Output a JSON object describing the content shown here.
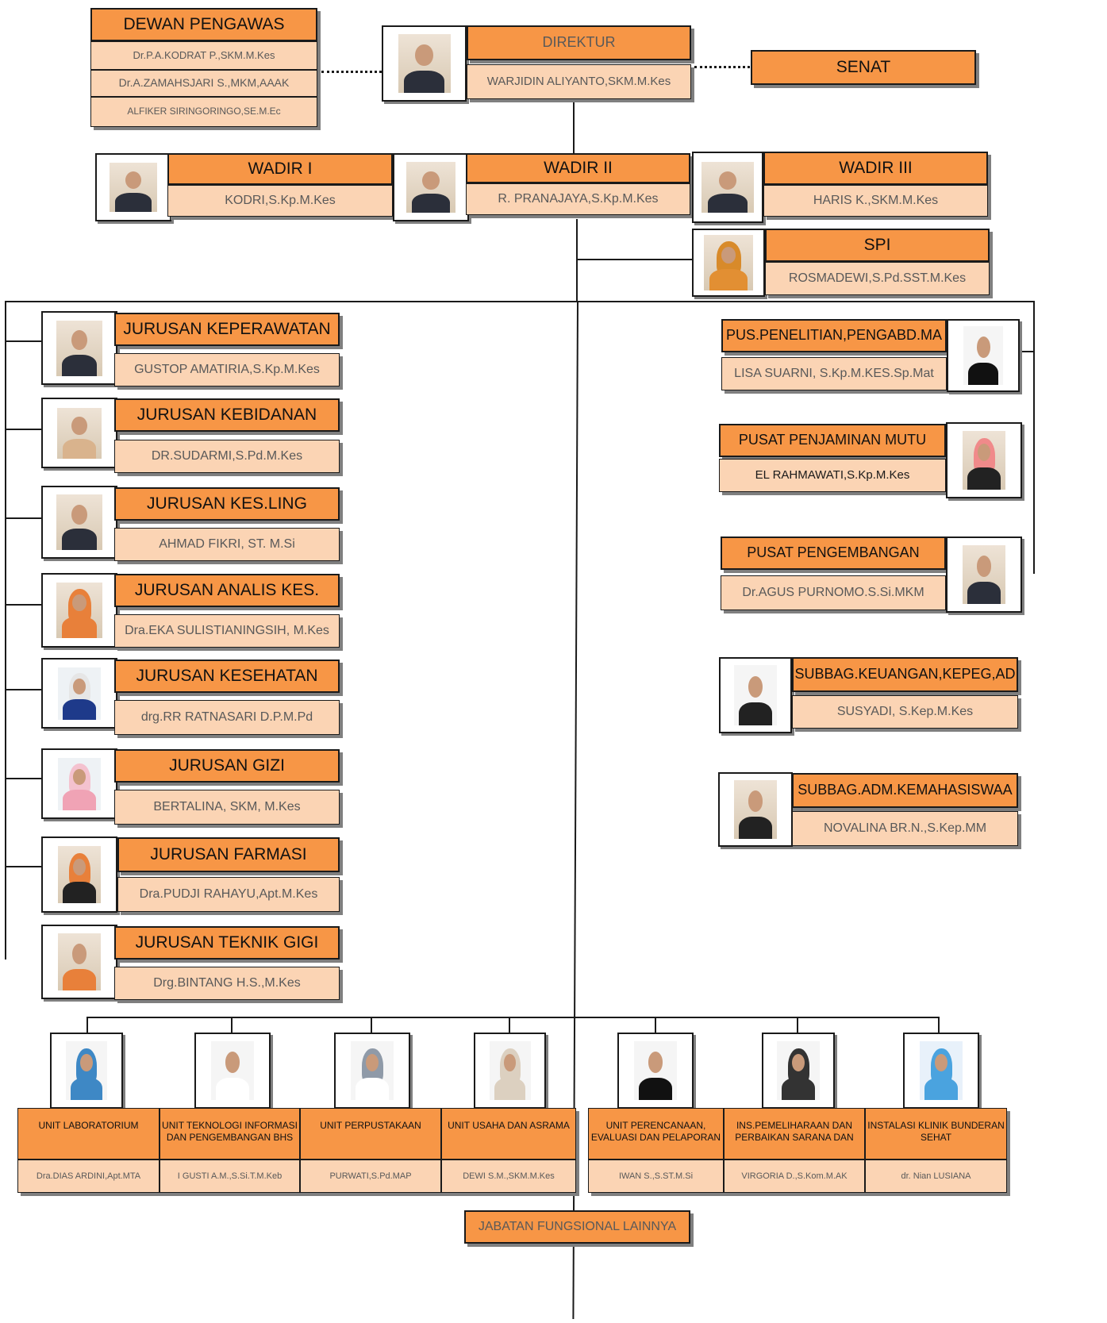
{
  "dewan": {
    "title": "DEWAN PENGAWAS",
    "members": [
      "Dr.P.A.KODRAT P.,SKM.M.Kes",
      "Dr.A.ZAMAHSJARI S.,MKM,AAAK",
      "ALFIKER SIRINGORINGO,SE.M.Ec"
    ]
  },
  "direktur": {
    "title": "DIREKTUR",
    "name": "WARJIDIN ALIYANTO,SKM.M.Kes"
  },
  "senat": {
    "title": "SENAT"
  },
  "wadir": [
    {
      "title": "WADIR I",
      "name": "KODRI,S.Kp.M.Kes"
    },
    {
      "title": "WADIR II",
      "name": "R. PRANAJAYA,S.Kp.M.Kes"
    },
    {
      "title": "WADIR III",
      "name": "HARIS K.,SKM.M.Kes"
    }
  ],
  "spi": {
    "title": "SPI",
    "name": "ROSMADEWI,S.Pd.SST.M.Kes"
  },
  "jurusan": [
    {
      "title": "JURUSAN KEPERAWATAN",
      "name": "GUSTOP AMATIRIA,S.Kp.M.Kes"
    },
    {
      "title": "JURUSAN KEBIDANAN",
      "name": "DR.SUDARMI,S.Pd.M.Kes"
    },
    {
      "title": "JURUSAN KES.LING",
      "name": "AHMAD FIKRI, ST. M.Si"
    },
    {
      "title": "JURUSAN ANALIS KES.",
      "name": "Dra.EKA SULISTIANINGSIH, M.Kes"
    },
    {
      "title": "JURUSAN KESEHATAN",
      "name": "drg.RR RATNASARI D.P.M.Pd"
    },
    {
      "title": "JURUSAN GIZI",
      "name": "BERTALINA, SKM, M.Kes"
    },
    {
      "title": "JURUSAN FARMASI",
      "name": "Dra.PUDJI RAHAYU,Apt.M.Kes"
    },
    {
      "title": "JURUSAN TEKNIK GIGI",
      "name": "Drg.BINTANG H.S.,M.Kes"
    }
  ],
  "pusat": [
    {
      "title": "PUS.PENELITIAN,PENGABD.MA",
      "name": "LISA SUARNI, S.Kp.M.KES.Sp.Mat"
    },
    {
      "title": "PUSAT PENJAMINAN MUTU",
      "name": "EL RAHMAWATI,S.Kp.M.Kes"
    },
    {
      "title": "PUSAT PENGEMBANGAN",
      "name": "Dr.AGUS PURNOMO.S.Si.MKM"
    }
  ],
  "subbag": [
    {
      "title": "SUBBAG.KEUANGAN,KEPEG,AD",
      "name": "SUSYADI, S.Kep.M.Kes"
    },
    {
      "title": "SUBBAG.ADM.KEMAHASISWAA",
      "name": "NOVALINA BR.N.,S.Kep.MM"
    }
  ],
  "units": [
    {
      "title": "UNIT LABORATORIUM",
      "name": "Dra.DIAS ARDINI,Apt.MTA"
    },
    {
      "title": "UNIT TEKNOLOGI INFORMASI DAN PENGEMBANGAN BHS",
      "name": "I GUSTI A.M.,S.Si.T.M.Keb"
    },
    {
      "title": "UNIT PERPUSTAKAAN",
      "name": "PURWATI,S.Pd.MAP"
    },
    {
      "title": "UNIT USAHA DAN ASRAMA",
      "name": "DEWI S.M.,SKM.M.Kes"
    },
    {
      "title": "UNIT PERENCANAAN, EVALUASI DAN PELAPORAN",
      "name": "IWAN S.,S.ST.M.Si"
    },
    {
      "title": "INS.PEMELIHARAAN DAN PERBAIKAN SARANA DAN",
      "name": "VIRGORIA D.,S.Kom.M.AK"
    },
    {
      "title": "INSTALASI KLINIK BUNDERAN SEHAT",
      "name": "dr. Nian LUSIANA"
    }
  ],
  "fungsional": {
    "title": "JABATAN FUNGSIONAL LAINNYA"
  },
  "colors": {
    "header": "#f79646",
    "name_box": "#fbd4b4",
    "shadow": "#7f7f7f"
  }
}
